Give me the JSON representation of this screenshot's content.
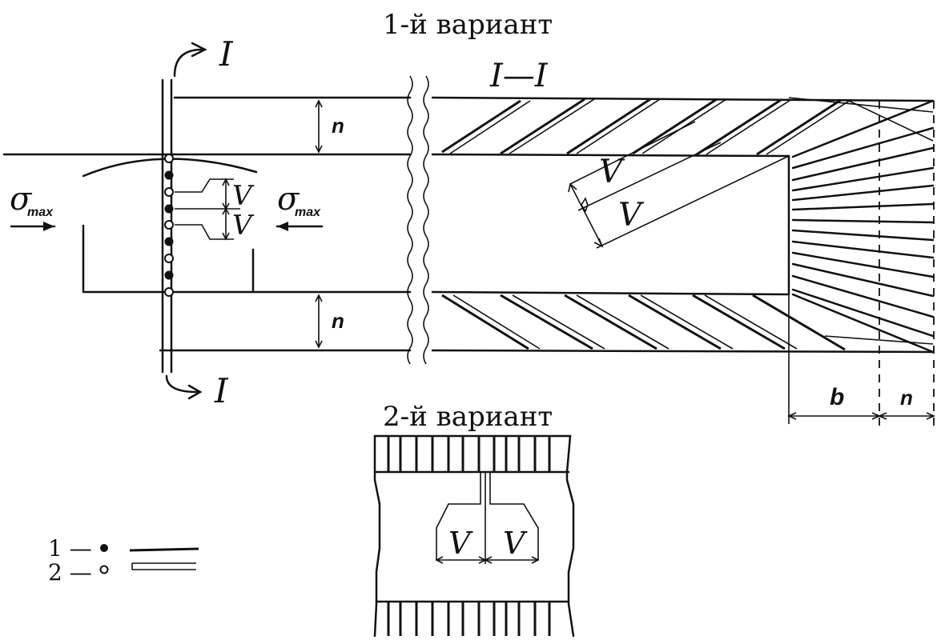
{
  "title_variant1": "1-й вариант",
  "title_variant2": "2-й вариант",
  "section_label": "I—I",
  "section_mark_top": "I",
  "section_mark_bottom": "I",
  "dim_n": "n",
  "dim_b": "b",
  "dim_v": "V",
  "stress_symbol": "σ",
  "stress_subscript": "max",
  "legend": {
    "items": [
      {
        "label": "1 —",
        "marker": "filled-dot",
        "line": "single-line"
      },
      {
        "label": "2 —",
        "marker": "open-dot",
        "line": "double-line"
      }
    ]
  },
  "colors": {
    "ink": "#111111",
    "background": "#ffffff"
  }
}
